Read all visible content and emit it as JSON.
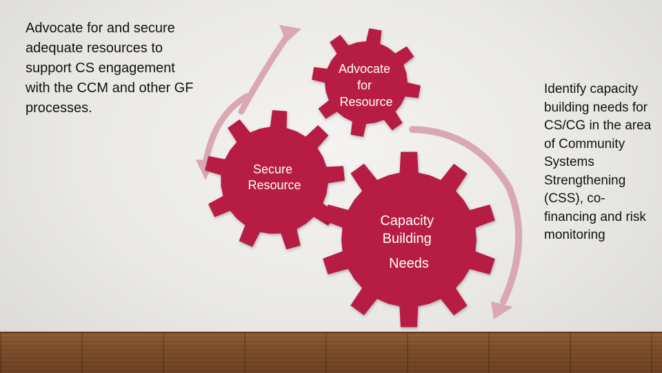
{
  "left_text": "Advocate for and secure adequate resources to support CS engagement with the CCM and other GF processes.",
  "right_text": "Identify capacity building needs for CS/CG in the area of Community Systems Strengthening (CSS), co-financing and risk monitoring",
  "gears": {
    "advocate": {
      "lines": [
        "Advocate",
        "for",
        "Resource"
      ]
    },
    "secure": {
      "lines": [
        "Secure",
        "Resource"
      ]
    },
    "capacity": {
      "lines": [
        "Capacity",
        "Building",
        "Needs"
      ]
    }
  },
  "colors": {
    "gear": "#b71e45",
    "arrow": "#d9a8b3",
    "text": "#111111"
  }
}
